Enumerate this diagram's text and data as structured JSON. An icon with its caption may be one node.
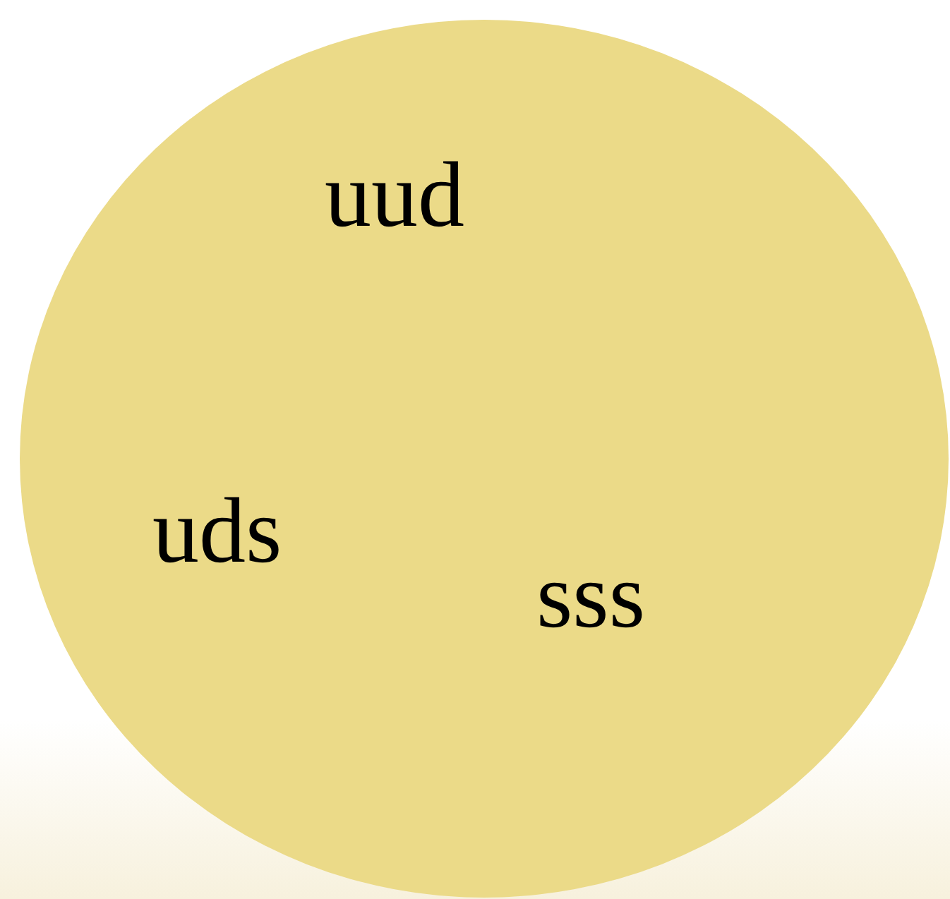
{
  "diagram": {
    "nodes": [
      {
        "text": [
          "uud",
          "uds",
          "sss"
        ]
      }
    ]
  }
}
